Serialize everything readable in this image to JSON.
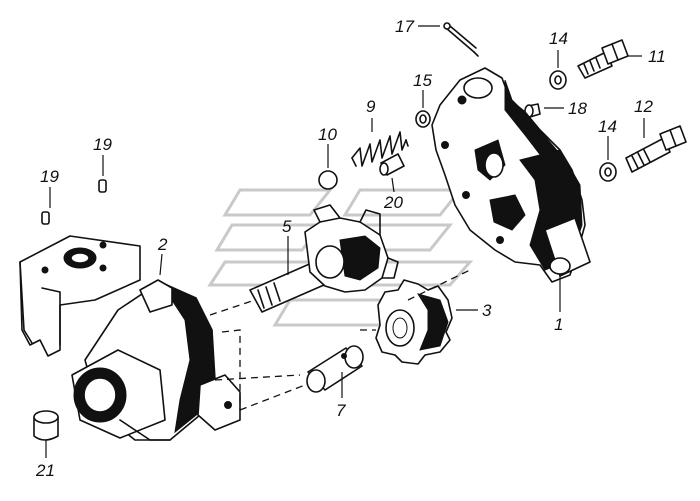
{
  "labels": {
    "p1": "1",
    "p2": "2",
    "p3": "3",
    "p5": "5",
    "p7": "7",
    "p9": "9",
    "p10": "10",
    "p11": "11",
    "p12": "12",
    "p14a": "14",
    "p14b": "14",
    "p15": "15",
    "p17": "17",
    "p18": "18",
    "p19a": "19",
    "p19b": "19",
    "p20": "20",
    "p21": "21"
  }
}
